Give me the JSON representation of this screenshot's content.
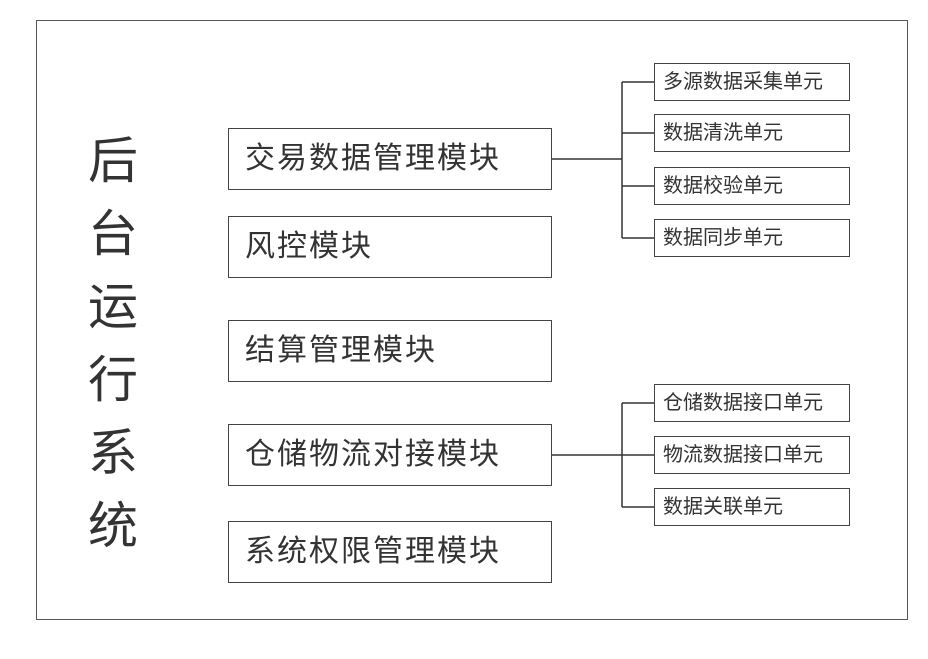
{
  "system": {
    "title_chars": [
      "后",
      "台",
      "运",
      "行",
      "系",
      "统"
    ]
  },
  "modules": [
    {
      "label": "交易数据管理模块"
    },
    {
      "label": "风控模块"
    },
    {
      "label": "结算管理模块"
    },
    {
      "label": "仓储物流对接模块"
    },
    {
      "label": "系统权限管理模块"
    }
  ],
  "units": {
    "trade": [
      {
        "label": "多源数据采集单元"
      },
      {
        "label": "数据清洗单元"
      },
      {
        "label": "数据校验单元"
      },
      {
        "label": "数据同步单元"
      }
    ],
    "logistics": [
      {
        "label": "仓储数据接口单元"
      },
      {
        "label": "物流数据接口单元"
      },
      {
        "label": "数据关联单元"
      }
    ]
  }
}
